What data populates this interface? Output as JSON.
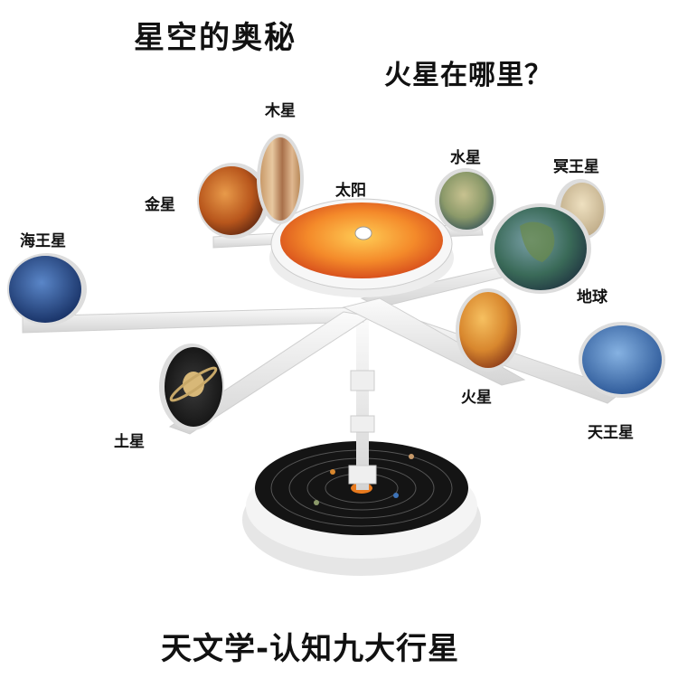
{
  "title": "星空的奥秘",
  "subtitle": "火星在哪里？",
  "caption": "天文学-认知九大行星",
  "labels": {
    "jupiter": "木星",
    "venus": "金星",
    "sun": "太阳",
    "mercury": "水星",
    "pluto": "冥王星",
    "neptune": "海王星",
    "earth": "地球",
    "mars": "火星",
    "uranus": "天王星",
    "saturn": "土星"
  },
  "colors": {
    "sun": "#f06a1e",
    "neptune": "#1c3c7a",
    "uranus": "#3e73b8",
    "earth": "#3a6a58",
    "mars": "#d8872e",
    "venus": "#b8561c",
    "jupiter": "#c89a6a",
    "mercury": "#8c9a6a",
    "pluto": "#d8c8a8",
    "saturn": "#2a2a2a",
    "model_frame": "#f2f2f2",
    "base_disc": "#1a1a1a"
  }
}
